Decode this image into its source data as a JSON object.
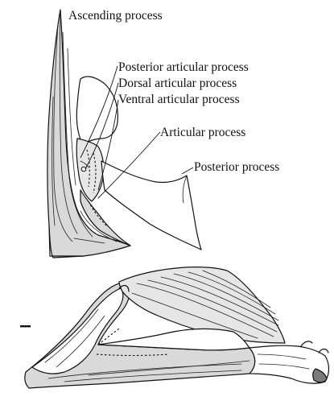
{
  "labels": {
    "ascending_process": "Ascending process",
    "posterior_articular_process": "Posterior articular process",
    "dorsal_articular_process": "Dorsal articular process",
    "ventral_articular_process": "Ventral articular process",
    "articular_process": "Articular process",
    "posterior_process": "Posterior process"
  },
  "colors": {
    "stipple": "#d9d9d9",
    "stipple_light": "#e6e6e6",
    "dark_tip": "#7a7a7a",
    "line": "#111111"
  }
}
